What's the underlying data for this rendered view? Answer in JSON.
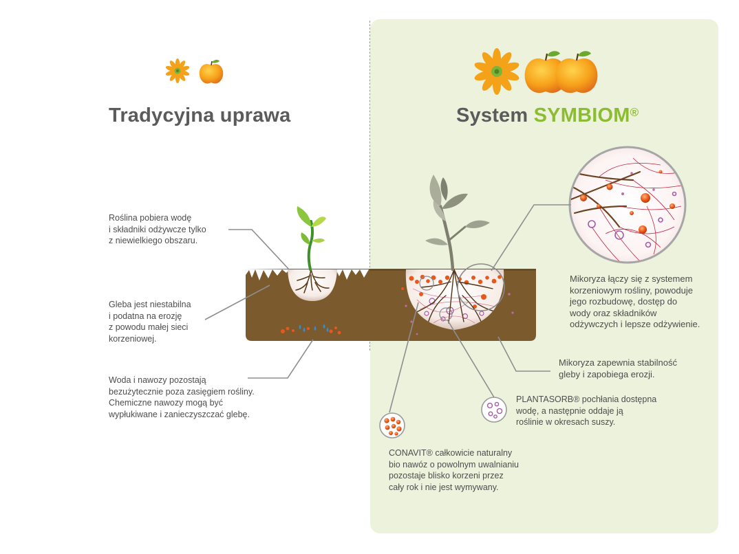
{
  "left": {
    "title": "Tradycyjna uprawa",
    "labels": [
      "Roślina pobiera wodę\ni składniki odżywcze tylko\nz niewielkiego obszaru.",
      "Gleba jest niestabilna\ni podatna na erozję\nz powodu małej sieci\nkorzeniowej.",
      "Woda i nawozy pozostają\nbezużytecznie poza zasięgiem rośliny.\nChemiczne nawozy mogą być\nwypłukiwane i zanieczyszczać glebę."
    ]
  },
  "right": {
    "title_prefix": "System",
    "title_brand": "SYMBIOM",
    "title_reg": "®",
    "labels": [
      "Mikoryza łączy się z systemem\nkorzeniowym rośliny, powoduje\njego rozbudowę, dostęp do\nwody oraz składników\nodżywczych i lepsze odżywienie.",
      "Mikoryza zapewnia stabilność\ngleby i zapobiega erozji.",
      "PLANTASORB® pochłania dostępna\nwodę, a następnie oddaje ją\nroślinie w okresach suszy.",
      "CONAVIT® całkowicie naturalny\nbio nawóz o powolnym uwalnianiu\npozostaje blisko korzeni  przez\ncały rok i nie jest wymywany."
    ]
  },
  "icons": [
    "flower-icon",
    "apple-icon"
  ],
  "colors": {
    "soil": "#7b5a2e",
    "brand_green": "#8cbc32",
    "panel_bg": "#edf2dd",
    "text": "#4d4d4d",
    "title": "#5b5b5b",
    "fertilizer": "#e8571c",
    "water": "#2f8fd0",
    "hydrogel": "#a35aa8"
  }
}
